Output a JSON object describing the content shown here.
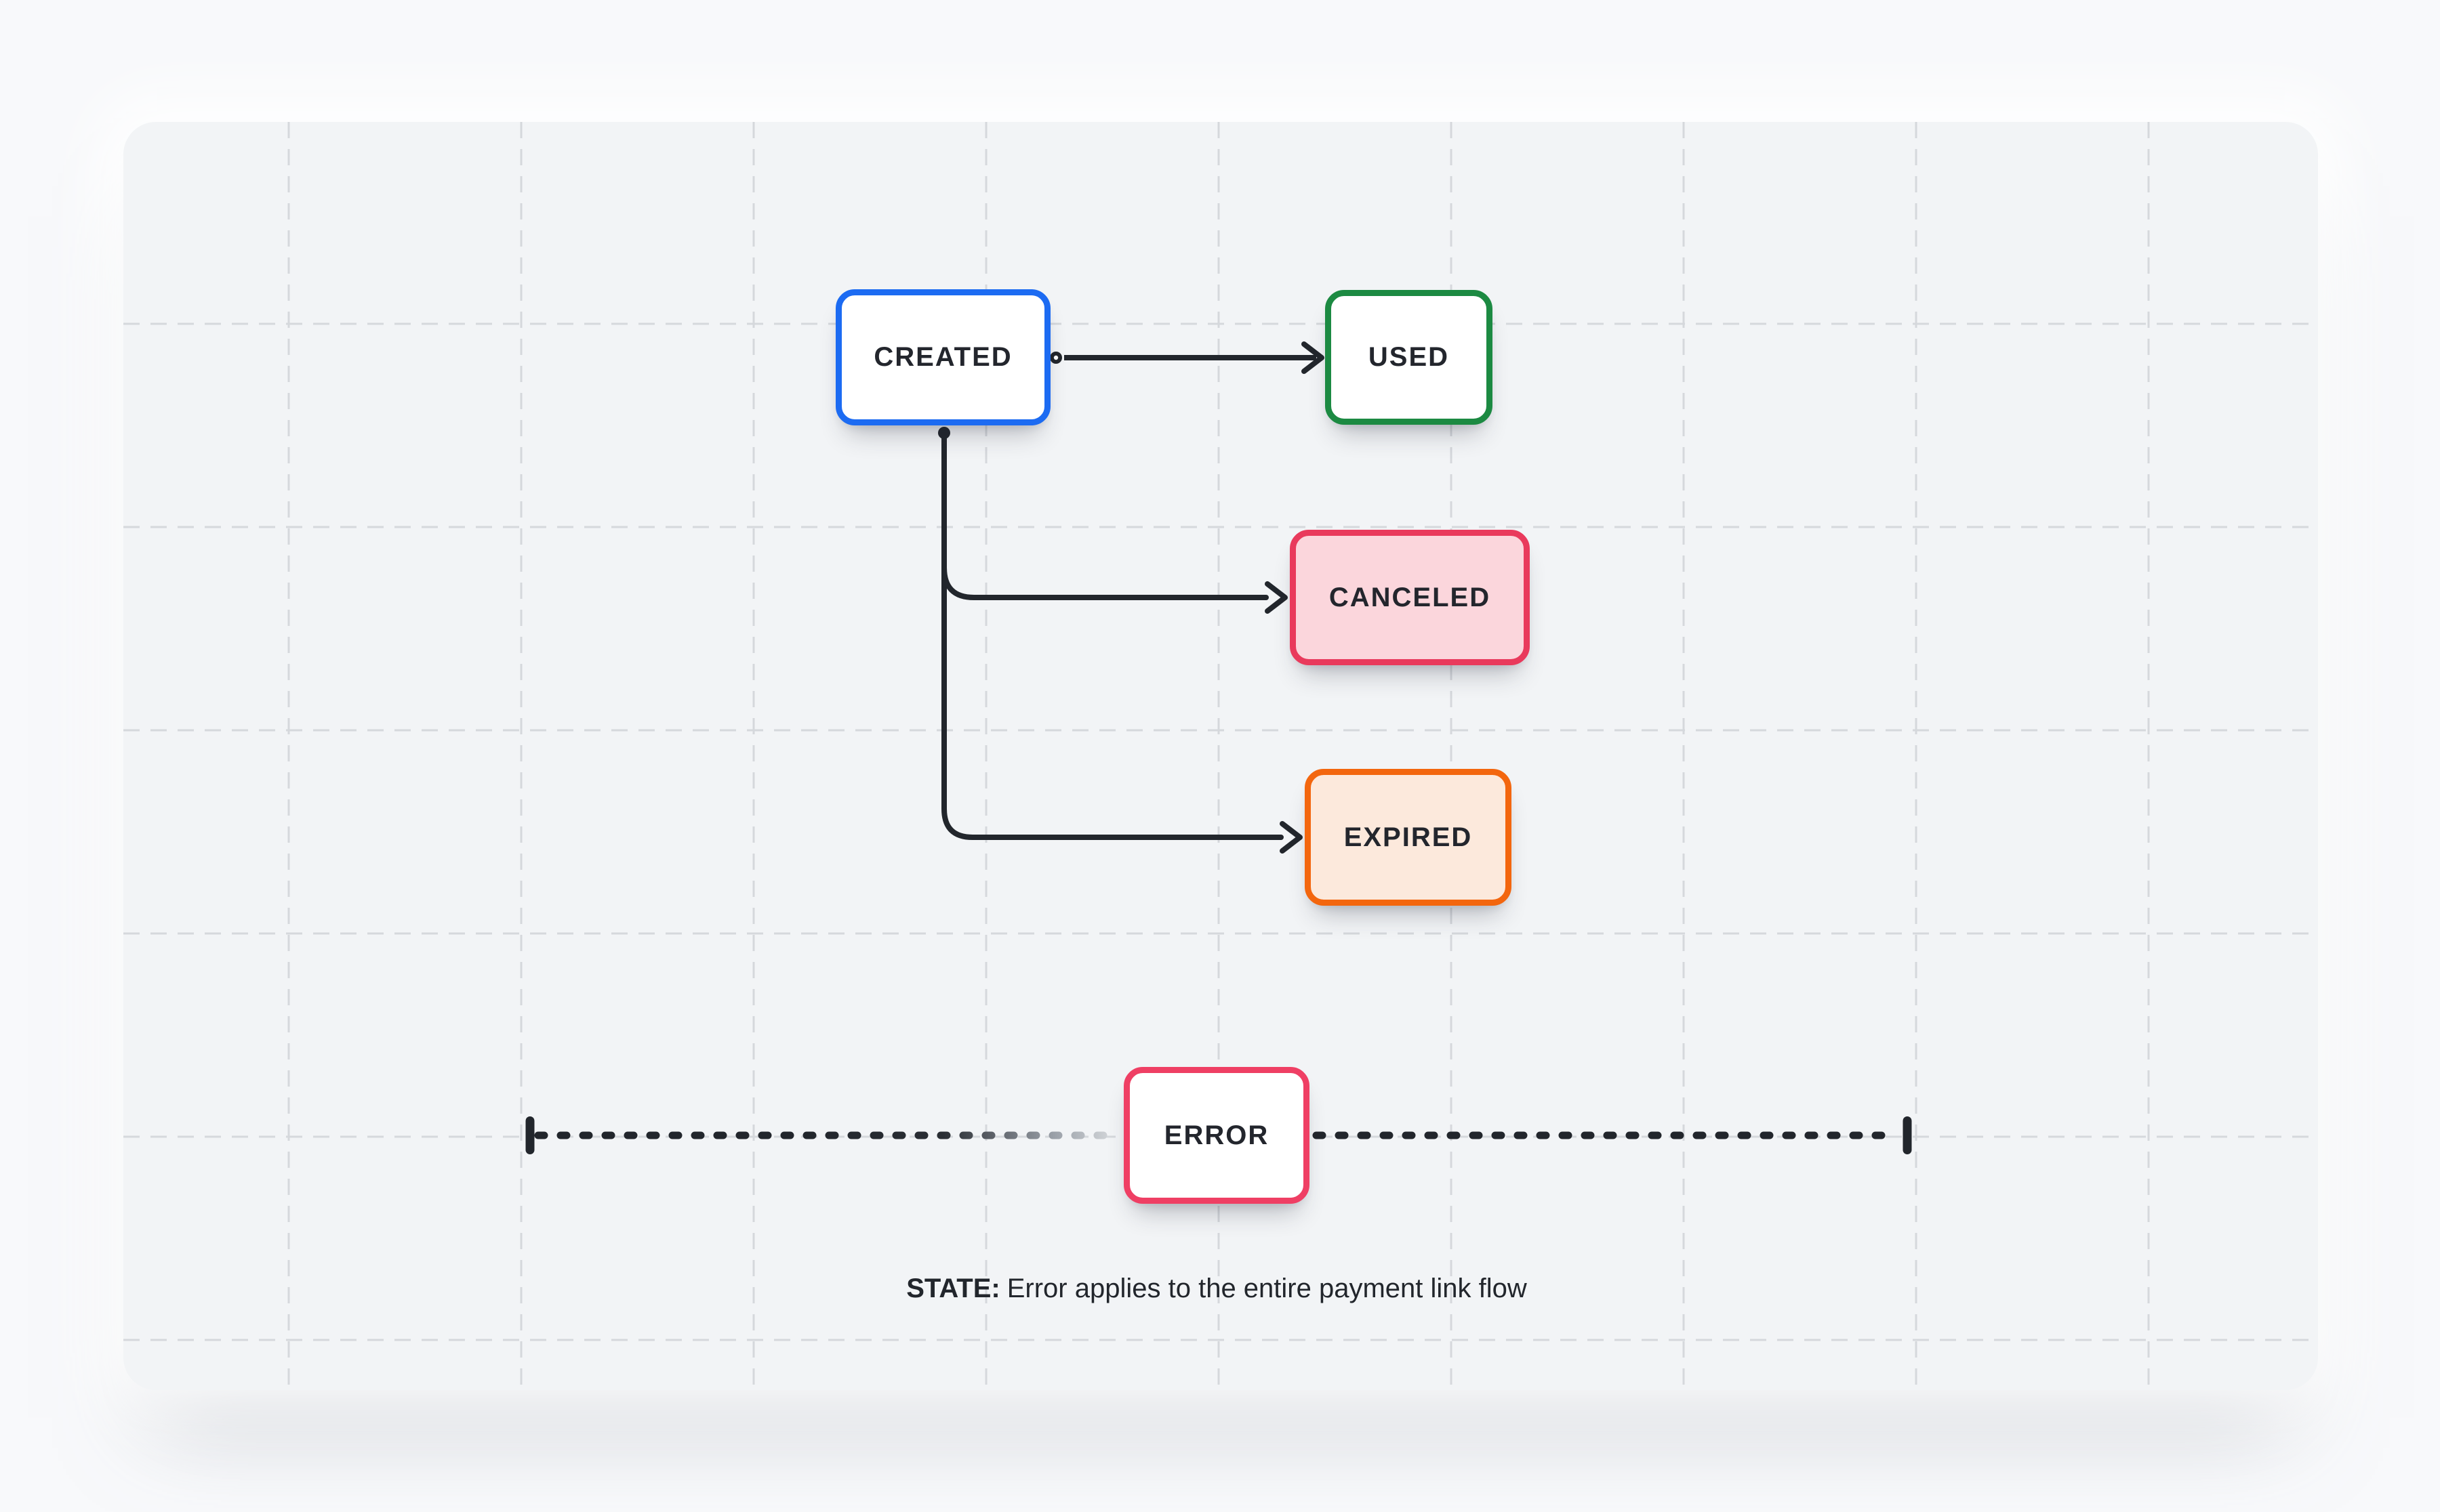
{
  "diagram": {
    "nodes": {
      "created": {
        "label": "CREATED",
        "border_color": "#1c6bf2",
        "fill_color": "#ffffff"
      },
      "used": {
        "label": "USED",
        "border_color": "#1c8a42",
        "fill_color": "#ffffff"
      },
      "canceled": {
        "label": "CANCELED",
        "border_color": "#e93a5c",
        "fill_color": "#fbd6dc"
      },
      "expired": {
        "label": "EXPIRED",
        "border_color": "#f3660e",
        "fill_color": "#fce9dc"
      },
      "error": {
        "label": "ERROR",
        "border_color": "#ef3f64",
        "fill_color": "#ffffff"
      }
    },
    "edges": [
      {
        "from": "CREATED",
        "to": "USED",
        "type": "solid-arrow"
      },
      {
        "from": "CREATED",
        "to": "CANCELED",
        "type": "solid-arrow"
      },
      {
        "from": "CREATED",
        "to": "EXPIRED",
        "type": "solid-arrow"
      },
      {
        "node": "ERROR",
        "type": "dashed-span",
        "description": "thick dashed line with bar terminators spanning the flow behind the ERROR node"
      }
    ],
    "caption": {
      "label": "STATE:",
      "text": "Error applies to the entire payment link flow"
    },
    "colors": {
      "page_bg": "#f8f9fb",
      "card_bg": "#f2f4f6",
      "grid_line": "#d5d8dc",
      "connector": "#22262c",
      "text": "#23262d"
    }
  }
}
